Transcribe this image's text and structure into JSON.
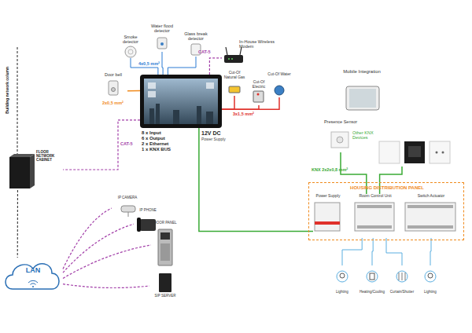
{
  "diagram": {
    "nodes": [
      {
        "text": [
          "Smoke detector"
        ]
      },
      {
        "text": [
          "Water flood detector"
        ]
      },
      {
        "text": [
          "Glass break detector"
        ]
      },
      {
        "text": [
          "In-House Wireless Modem"
        ]
      },
      {
        "text": [
          "Door bell"
        ]
      },
      {
        "text": [
          "8 x Input",
          "6 x Output",
          "2 x Ethernet",
          "1 x KNX BUS"
        ]
      },
      {
        "text": [
          "Cut-Of Natural Gas"
        ]
      },
      {
        "text": [
          "Cut-Of Electric"
        ]
      },
      {
        "text": [
          "Cut-Of Water"
        ]
      },
      {
        "text": [
          "FLOOR NETWORK CABINET"
        ]
      },
      {
        "text": [
          "Mobile Integration"
        ]
      },
      {
        "text": [
          "Presence Sensor"
        ]
      },
      {
        "text": [
          "Other KNX Devices"
        ]
      },
      {
        "text": [
          "HOUSING DISTRIBUTION PANEL"
        ]
      },
      {
        "text": [
          "Power Supply"
        ],
        "in": 13
      },
      {
        "text": [
          "Room Control Unit"
        ],
        "in": 13
      },
      {
        "text": [
          "Switch Actuator"
        ],
        "in": 13
      },
      {
        "text": [
          "IP CAMERA"
        ]
      },
      {
        "text": [
          "IP PHONE"
        ]
      },
      {
        "text": [
          "DOOR PANEL"
        ]
      },
      {
        "text": [
          "SIP SERVER"
        ]
      },
      {
        "text": [
          "LAN"
        ]
      },
      {
        "text": [
          "Lighting"
        ]
      },
      {
        "text": [
          "Heating/Cooling"
        ]
      },
      {
        "text": [
          "Curtain/Shutter"
        ]
      },
      {
        "text": [
          "Lighting"
        ]
      }
    ],
    "edges": [
      {
        "from": 0,
        "to": 5,
        "arrow": "none"
      },
      {
        "from": 1,
        "to": 5,
        "arrow": "none",
        "label": "4x0,5 mm²"
      },
      {
        "from": 2,
        "to": 5,
        "arrow": "none"
      },
      {
        "from": 5,
        "to": 3,
        "arrow": "none",
        "label": "CAT-5"
      },
      {
        "from": 4,
        "to": 5,
        "arrow": "none",
        "label": "2x0,5 mm²"
      },
      {
        "from": 5,
        "to": 6,
        "arrow": "none",
        "label": "3x1,5 mm²"
      },
      {
        "from": 5,
        "to": 7,
        "arrow": "none"
      },
      {
        "from": 5,
        "to": 8,
        "arrow": "none"
      },
      {
        "from": 5,
        "to": 9,
        "arrow": "none",
        "label": "CAT-5"
      },
      {
        "from": 9,
        "to": 21,
        "arrow": "none"
      },
      {
        "from": 21,
        "to": 17,
        "arrow": "none"
      },
      {
        "from": 21,
        "to": 18,
        "arrow": "none"
      },
      {
        "from": 21,
        "to": 19,
        "arrow": "none"
      },
      {
        "from": 21,
        "to": 20,
        "arrow": "none"
      },
      {
        "from": 5,
        "to": 14,
        "arrow": "none"
      },
      {
        "from": 11,
        "to": 15,
        "arrow": "none",
        "label": "KNX 2x2x0,8 mm²"
      },
      {
        "from": 12,
        "to": 15,
        "arrow": "none"
      },
      {
        "from": 15,
        "to": 22,
        "arrow": "none"
      },
      {
        "from": 15,
        "to": 23,
        "arrow": "none"
      },
      {
        "from": 15,
        "to": 24,
        "arrow": "none"
      },
      {
        "from": 16,
        "to": 25,
        "arrow": "none"
      }
    ],
    "labels": [
      "Building network column",
      "12V DC",
      "Power Supply"
    ]
  }
}
